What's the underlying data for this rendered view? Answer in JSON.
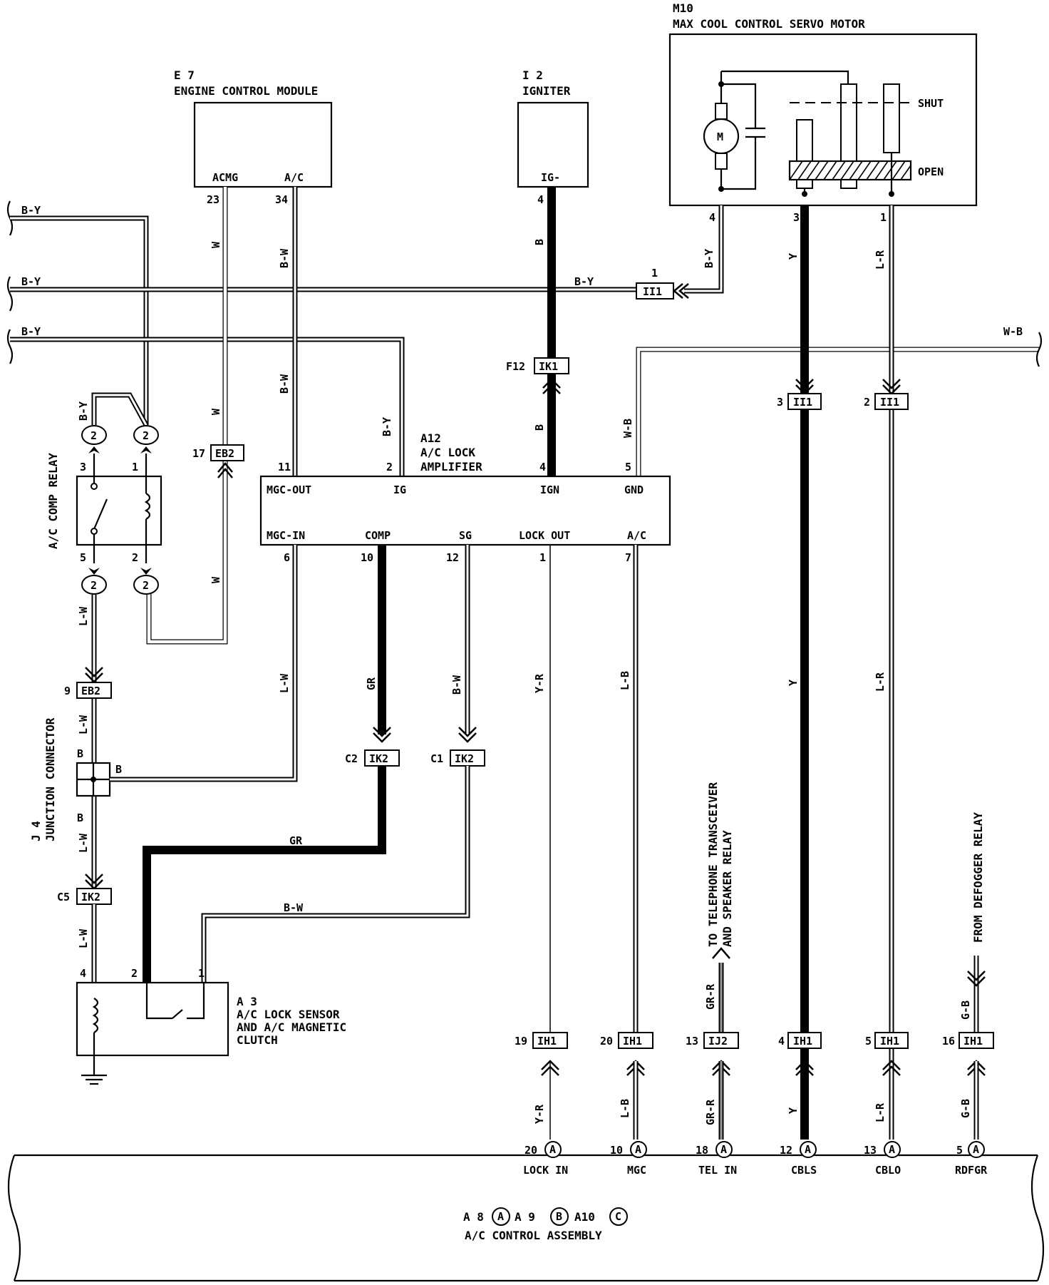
{
  "components": {
    "servo_motor": {
      "id": "M10",
      "name": "MAX COOL CONTROL SERVO MOTOR",
      "motor_symbol": "M",
      "shut": "SHUT",
      "open": "OPEN",
      "pins": [
        "4",
        "3",
        "1"
      ]
    },
    "ecm": {
      "id": "E 7",
      "name": "ENGINE CONTROL MODULE",
      "term_acmg": "ACMG",
      "term_ac": "A/C",
      "pin_acmg": "23",
      "pin_ac": "34"
    },
    "igniter": {
      "id": "I 2",
      "name": "IGNITER",
      "term": "IG-",
      "pin": "4"
    },
    "amplifier": {
      "id": "A12",
      "name1": "A/C LOCK",
      "name2": "AMPLIFIER",
      "top_terms": [
        "MGC-OUT",
        "IG",
        "IGN",
        "GND"
      ],
      "top_pins": [
        "11",
        "2",
        "4",
        "5"
      ],
      "bottom_terms": [
        "MGC-IN",
        "COMP",
        "SG",
        "LOCK OUT",
        "A/C"
      ],
      "bottom_pins": [
        "6",
        "10",
        "12",
        "1",
        "7"
      ]
    },
    "relay": {
      "name": "A/C COMP RELAY",
      "pins": [
        "3",
        "1",
        "5",
        "2"
      ],
      "connector": "2"
    },
    "junction": {
      "id": "J 4",
      "name": "JUNCTION CONNECTOR",
      "pin": "B"
    },
    "lock_sensor": {
      "id": "A 3",
      "line1": "A/C LOCK SENSOR",
      "line2": "AND A/C MAGNETIC",
      "line3": "CLUTCH",
      "pins": [
        "4",
        "2",
        "1"
      ]
    },
    "control_assembly": {
      "line1_a": "A 8",
      "line1_b": "A 9",
      "line1_c": "A10",
      "circle_a": "A",
      "circle_b": "B",
      "circle_c": "C",
      "name": "A/C CONTROL ASSEMBLY"
    }
  },
  "wires": {
    "b_y_1": "B-Y",
    "b_y_2": "B-Y",
    "b_y_3": "B-Y",
    "b_y_4": "B-Y",
    "b_y_5": "B-Y",
    "b_y_6": "B-Y",
    "b_y_7": "B-Y",
    "w_1": "W",
    "w_2": "W",
    "w_3": "W",
    "b_w_1": "B-W",
    "b_w_2": "B-W",
    "b_w_3": "B-W",
    "b_w_4": "B-W",
    "b_1": "B",
    "b_2": "B",
    "y_1": "Y",
    "y_2": "Y",
    "y_3": "Y",
    "l_r_1": "L-R",
    "l_r_2": "L-R",
    "l_r_3": "L-R",
    "w_b_1": "W-B",
    "w_b_2": "W-B",
    "l_w_1": "L-W",
    "l_w_2": "L-W",
    "l_w_3": "L-W",
    "l_w_4": "L-W",
    "l_w_5": "L-W",
    "gr_1": "GR",
    "gr_2": "GR",
    "y_r_1": "Y-R",
    "y_r_2": "Y-R",
    "l_b_1": "L-B",
    "l_b_2": "L-B",
    "gr_r_1": "GR-R",
    "gr_r_2": "GR-R",
    "g_b_1": "G-B",
    "g_b_2": "G-B",
    "jb": "B"
  },
  "connectors": {
    "ii1_a": {
      "pin": "1",
      "label": "II1"
    },
    "ik1": {
      "pin": "F12",
      "label": "IK1"
    },
    "ii1_b": {
      "pin": "3",
      "label": "II1"
    },
    "ii1_c": {
      "pin": "2",
      "label": "II1"
    },
    "eb2_a": {
      "pin": "17",
      "label": "EB2"
    },
    "eb2_b": {
      "pin": "9",
      "label": "EB2"
    },
    "ik2_c2": {
      "pin": "C2",
      "label": "IK2"
    },
    "ik2_c1": {
      "pin": "C1",
      "label": "IK2"
    },
    "ik2_c5": {
      "pin": "C5",
      "label": "IK2"
    },
    "ih1_19": {
      "pin": "19",
      "label": "IH1"
    },
    "ih1_20": {
      "pin": "20",
      "label": "IH1"
    },
    "ij2_13": {
      "pin": "13",
      "label": "IJ2"
    },
    "ih1_4": {
      "pin": "4",
      "label": "IH1"
    },
    "ih1_5": {
      "pin": "5",
      "label": "IH1"
    },
    "ih1_16": {
      "pin": "16",
      "label": "IH1"
    }
  },
  "assembly_terminals": [
    {
      "pin": "20",
      "circle": "A",
      "name": "LOCK IN"
    },
    {
      "pin": "10",
      "circle": "A",
      "name": "MGC"
    },
    {
      "pin": "18",
      "circle": "A",
      "name": "TEL IN"
    },
    {
      "pin": "12",
      "circle": "A",
      "name": "CBLS"
    },
    {
      "pin": "13",
      "circle": "A",
      "name": "CBLO"
    },
    {
      "pin": "5",
      "circle": "A",
      "name": "RDFGR"
    }
  ],
  "notes": {
    "telephone_1": "TO TELEPHONE TRANSCEIVER",
    "telephone_2": "AND SPEAKER RELAY",
    "defogger": "FROM DEFOGGER RELAY"
  }
}
